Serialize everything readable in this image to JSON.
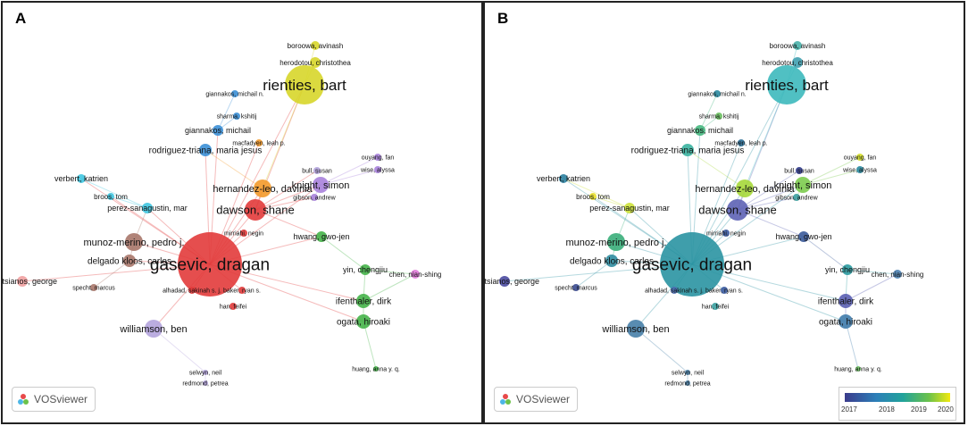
{
  "panels": {
    "a": {
      "label": "A"
    },
    "b": {
      "label": "B"
    }
  },
  "watermark": "VOSviewer",
  "colorbar": {
    "ticks": [
      "2017",
      "2018",
      "2019",
      "2020"
    ]
  },
  "nodes": [
    {
      "id": "gasevic",
      "label": "gasevic, dragan",
      "size": "xl",
      "cluster": "red",
      "year_color": "#2a93a2"
    },
    {
      "id": "rienties",
      "label": "rienties, bart",
      "size": "l",
      "cluster": "yellow",
      "year_color": "#3db9bd"
    },
    {
      "id": "dawson",
      "label": "dawson, shane",
      "size": "m",
      "cluster": "red",
      "year_color": "#5e63b5"
    },
    {
      "id": "williamson",
      "label": "williamson, ben",
      "size": "m",
      "cluster": "lavender",
      "year_color": "#4780a8"
    },
    {
      "id": "munoz",
      "label": "munoz-merino, pedro j.",
      "size": "m",
      "cluster": "brown",
      "year_color": "#3aae7a"
    },
    {
      "id": "delgado",
      "label": "delgado kloos, carlos",
      "size": "s",
      "cluster": "brown",
      "year_color": "#2f8ca0"
    },
    {
      "id": "veletsianos",
      "label": "veletsianos, george",
      "size": "s",
      "cluster": "pink",
      "year_color": "#4a4aa0"
    },
    {
      "id": "hernandez",
      "label": "hernandez-leo, davinia",
      "size": "m",
      "cluster": "orange",
      "year_color": "#a6d83a"
    },
    {
      "id": "knight",
      "label": "knight, simon",
      "size": "m",
      "cluster": "purple",
      "year_color": "#7dcc4f"
    },
    {
      "id": "ifenthaler",
      "label": "ifenthaler, dirk",
      "size": "m",
      "cluster": "green",
      "year_color": "#5a5fb3"
    },
    {
      "id": "ogata",
      "label": "ogata, hiroaki",
      "size": "s",
      "cluster": "green",
      "year_color": "#3f7bab"
    },
    {
      "id": "yin",
      "label": "yin, chengjiu",
      "size": "s",
      "cluster": "green",
      "year_color": "#2a9aa0"
    },
    {
      "id": "chen",
      "label": "chen, nian-shing",
      "size": "s",
      "cluster": "magenta",
      "year_color": "#4a7fb0"
    },
    {
      "id": "hwang",
      "label": "hwang, gwo-jen",
      "size": "s",
      "cluster": "green",
      "year_color": "#3a5a9a"
    },
    {
      "id": "perez",
      "label": "perez-sanagustin, mar",
      "size": "s",
      "cluster": "cyan",
      "year_color": "#cde23a"
    },
    {
      "id": "verbert",
      "label": "verbert, katrien",
      "size": "s",
      "cluster": "cyan",
      "year_color": "#2a7fa0"
    },
    {
      "id": "broos",
      "label": "broos, tom",
      "size": "xs",
      "cluster": "cyan",
      "year_color": "#e8e02a"
    },
    {
      "id": "rodriguez",
      "label": "rodriguez-triana, maria jesus",
      "size": "s",
      "cluster": "blue",
      "year_color": "#3ab3a0"
    },
    {
      "id": "giannakos",
      "label": "giannakos, michail",
      "size": "s",
      "cluster": "blue",
      "year_color": "#46b880"
    },
    {
      "id": "sharma",
      "label": "sharma, kshitij",
      "size": "xs",
      "cluster": "blue",
      "year_color": "#6cc060"
    },
    {
      "id": "giannakosm",
      "label": "giannakos, michail n.",
      "size": "xs",
      "cluster": "blue",
      "year_color": "#2a8aa0"
    },
    {
      "id": "herodotou",
      "label": "herodotou, christothea",
      "size": "s",
      "cluster": "yellow",
      "year_color": "#40a0b0"
    },
    {
      "id": "boroowa",
      "label": "boroowa, avinash",
      "size": "xs",
      "cluster": "yellow",
      "year_color": "#48b0a8"
    },
    {
      "id": "macfadyen",
      "label": "macfadyen, leah p.",
      "size": "xs",
      "cluster": "orange",
      "year_color": "#2a6e96"
    },
    {
      "id": "ouyang",
      "label": "ouyang, fan",
      "size": "xs",
      "cluster": "purple",
      "year_color": "#d6e02a"
    },
    {
      "id": "wise",
      "label": "wise, alyssa",
      "size": "xs",
      "cluster": "purple",
      "year_color": "#2a8aa0"
    },
    {
      "id": "bull",
      "label": "bull, susan",
      "size": "xs",
      "cluster": "lavender",
      "year_color": "#303a8a"
    },
    {
      "id": "gibson",
      "label": "gibson, andrew",
      "size": "xs",
      "cluster": "purple",
      "year_color": "#3aa0a0"
    },
    {
      "id": "mirriahi",
      "label": "mirriahi, negin",
      "size": "xs",
      "cluster": "red",
      "year_color": "#3a5aa0"
    },
    {
      "id": "specht",
      "label": "specht, marcus",
      "size": "xs",
      "cluster": "brown",
      "year_color": "#3a4a90"
    },
    {
      "id": "alhadad",
      "label": "alhadad, sakinah s. j.",
      "size": "xs",
      "cluster": "red",
      "year_color": "#4a6ab0"
    },
    {
      "id": "baker",
      "label": "baker, ryan s.",
      "size": "xs",
      "cluster": "red",
      "year_color": "#3a5aa0"
    },
    {
      "id": "han",
      "label": "han, feifei",
      "size": "xs",
      "cluster": "red",
      "year_color": "#3aa0a0"
    },
    {
      "id": "selwyn",
      "label": "selwyn, neil",
      "size": "xs",
      "cluster": "lavender",
      "year_color": "#4780a8"
    },
    {
      "id": "redmond",
      "label": "redmond, petrea",
      "size": "xs",
      "cluster": "lavender",
      "year_color": "#4780a8"
    },
    {
      "id": "huang",
      "label": "huang, anna y. q.",
      "size": "xs",
      "cluster": "green",
      "year_color": "#6cc060"
    }
  ]
}
